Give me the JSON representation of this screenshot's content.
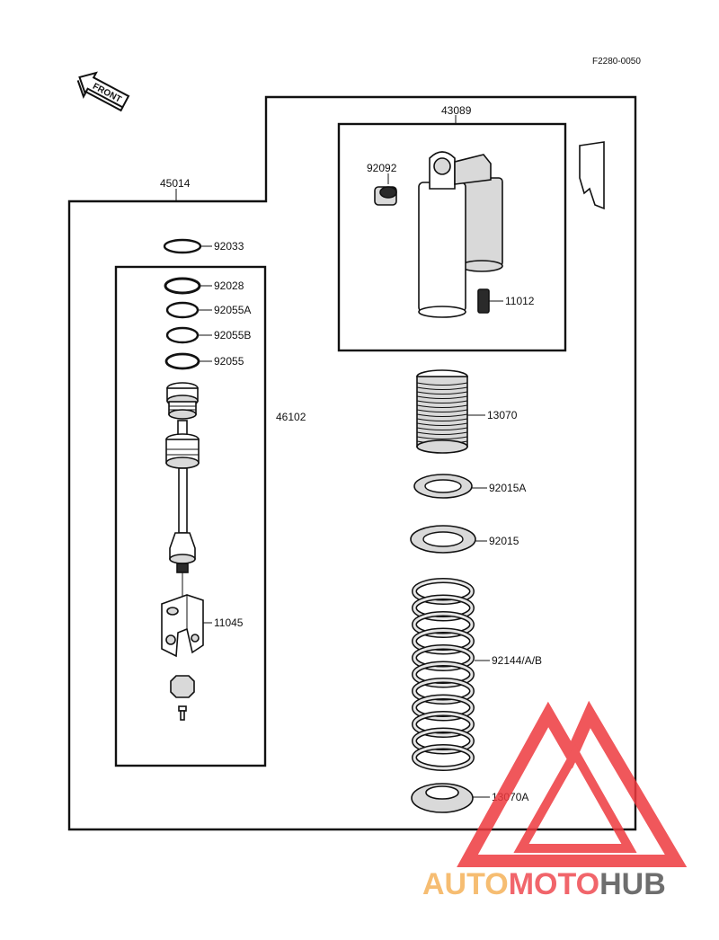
{
  "figure_code": "F2280-0050",
  "front_label": "FRONT",
  "assembly_labels": {
    "outer_assembly": "45014",
    "reservoir_assembly": "43089",
    "inner_assembly": "46102"
  },
  "part_labels": [
    "92033",
    "92028",
    "92055A",
    "92055B",
    "92055",
    "11045",
    "92092",
    "11012",
    "13070",
    "92015A",
    "92015",
    "92144/A/B",
    "13070A"
  ],
  "watermark": {
    "brand_part1": "AUTO",
    "brand_part2": "MOTO",
    "brand_part3": "HUB",
    "colors": {
      "auto": "#f5b25a",
      "moto": "#ef4b52",
      "hub": "#555555",
      "logo": "#ee3a3f"
    }
  }
}
